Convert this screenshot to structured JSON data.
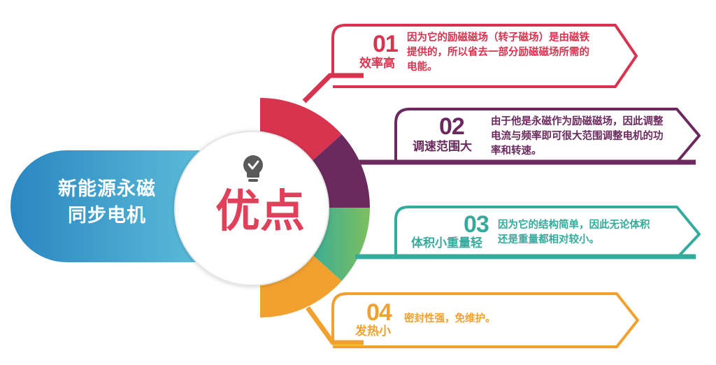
{
  "title": {
    "line1": "新能源永磁",
    "line2": "同步电机"
  },
  "center_label": "优点",
  "colors": {
    "red": "#d8334f",
    "purple": "#6b2a5e",
    "teal": "#34ab9c",
    "orange": "#f2a12e",
    "blue": "#2f8fc4",
    "center_text": "#e0405a",
    "bulb": "#5a5a5a"
  },
  "items": [
    {
      "num": "01",
      "label": "效率高",
      "text": "因为它的励磁磁场（转子磁场）是由磁铁提供的，所以省去一部分励磁磁场所需的电能。"
    },
    {
      "num": "02",
      "label": "调速范围大",
      "text": "由于他是永磁作为励磁磁场，因此调整电流与频率即可很大范围调整电机的功率和转速。"
    },
    {
      "num": "03",
      "label": "体积小重量轻",
      "text": "因为它的结构简单，因此无论体积还是重量都相对较小。"
    },
    {
      "num": "04",
      "label": "发热小",
      "text": "密封性强，免维护。"
    }
  ]
}
